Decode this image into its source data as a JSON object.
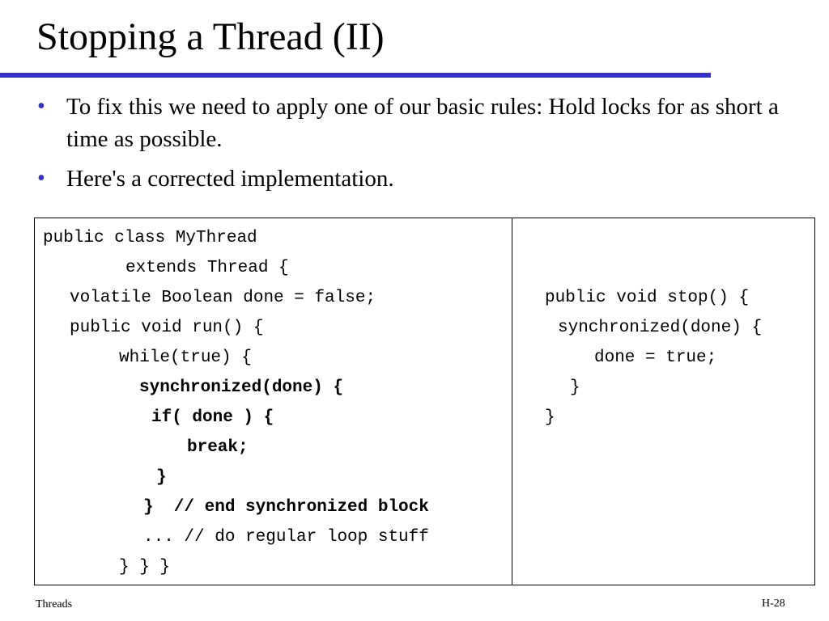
{
  "slide": {
    "title": "Stopping a Thread (II)",
    "accent_color": "#3333cc",
    "bullets": [
      "To fix this we need to apply one of our basic rules:  Hold locks for as short a time as possible.",
      "Here's a corrected implementation."
    ],
    "bullet_glyph": "•",
    "code_left": [
      "public class MyThread",
      "extends Thread {",
      "volatile Boolean done = false;",
      "public void run() {",
      "while(true) {",
      "synchronized(done) {",
      "if( done ) {",
      "break;",
      "}",
      "}  // end synchronized block",
      "... // do regular loop stuff",
      "} } }"
    ],
    "code_right": [
      "public void stop() {",
      "synchronized(done) {",
      "done = true;",
      "}",
      "}"
    ],
    "footer_left": "Threads",
    "footer_right": "H-28"
  }
}
